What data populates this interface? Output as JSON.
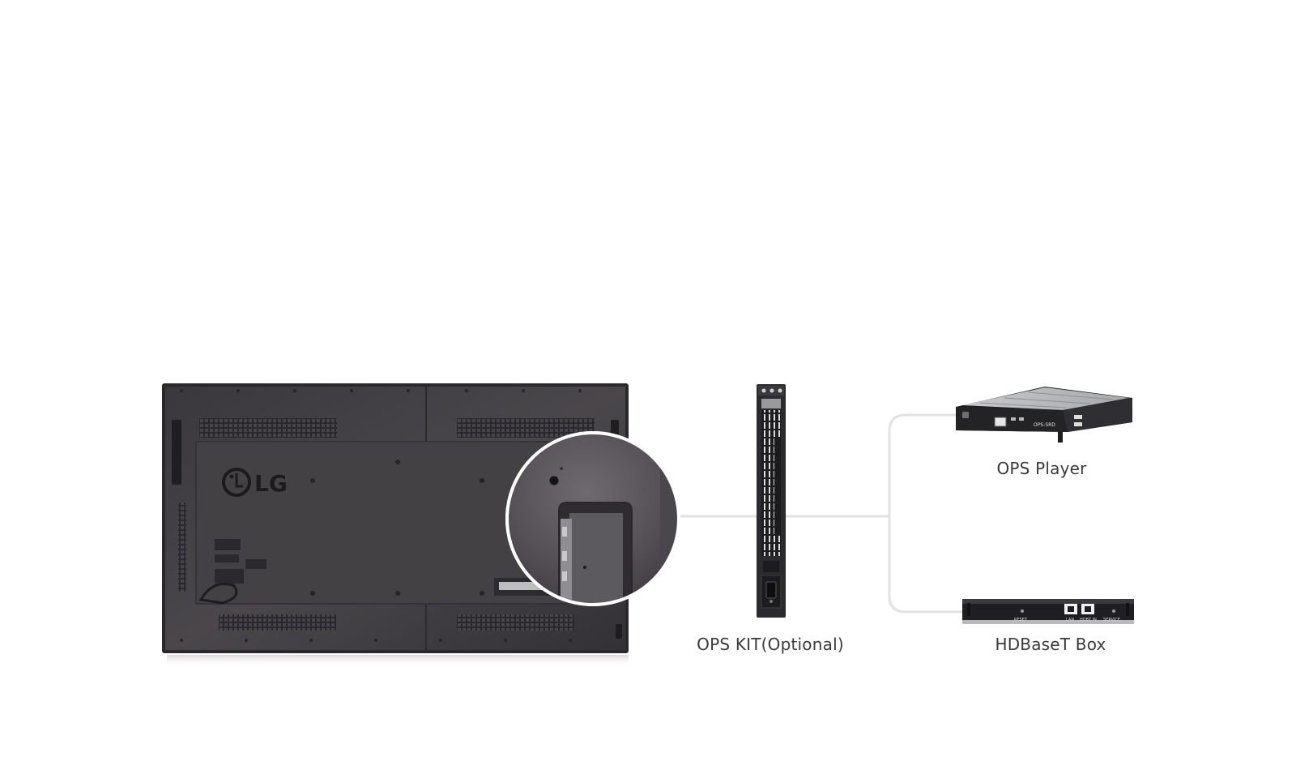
{
  "brand": {
    "logo_text": "LG"
  },
  "captions": {
    "ops_kit": "OPS KIT(Optional)",
    "ops_player": "OPS Player",
    "hdbaset_box": "HDBaseT Box"
  },
  "device_labels": {
    "ops_player_model": "OPS-SRD",
    "hdbaset_ports": [
      "RESET",
      "LAN",
      "HDBT IN",
      "SERVICE"
    ]
  },
  "icons": {
    "monitor_back": "display-rear-panel-icon",
    "magnifier": "zoom-callout-icon",
    "ops_kit": "ops-kit-module-icon",
    "ops_player": "ops-player-device-icon",
    "hdbaset_box": "hdbaset-box-device-icon"
  },
  "colors": {
    "background": "#ffffff",
    "device_dark": "#2e2c30",
    "connector_line": "#e2e2e2",
    "caption_text": "#3a3a3a"
  }
}
